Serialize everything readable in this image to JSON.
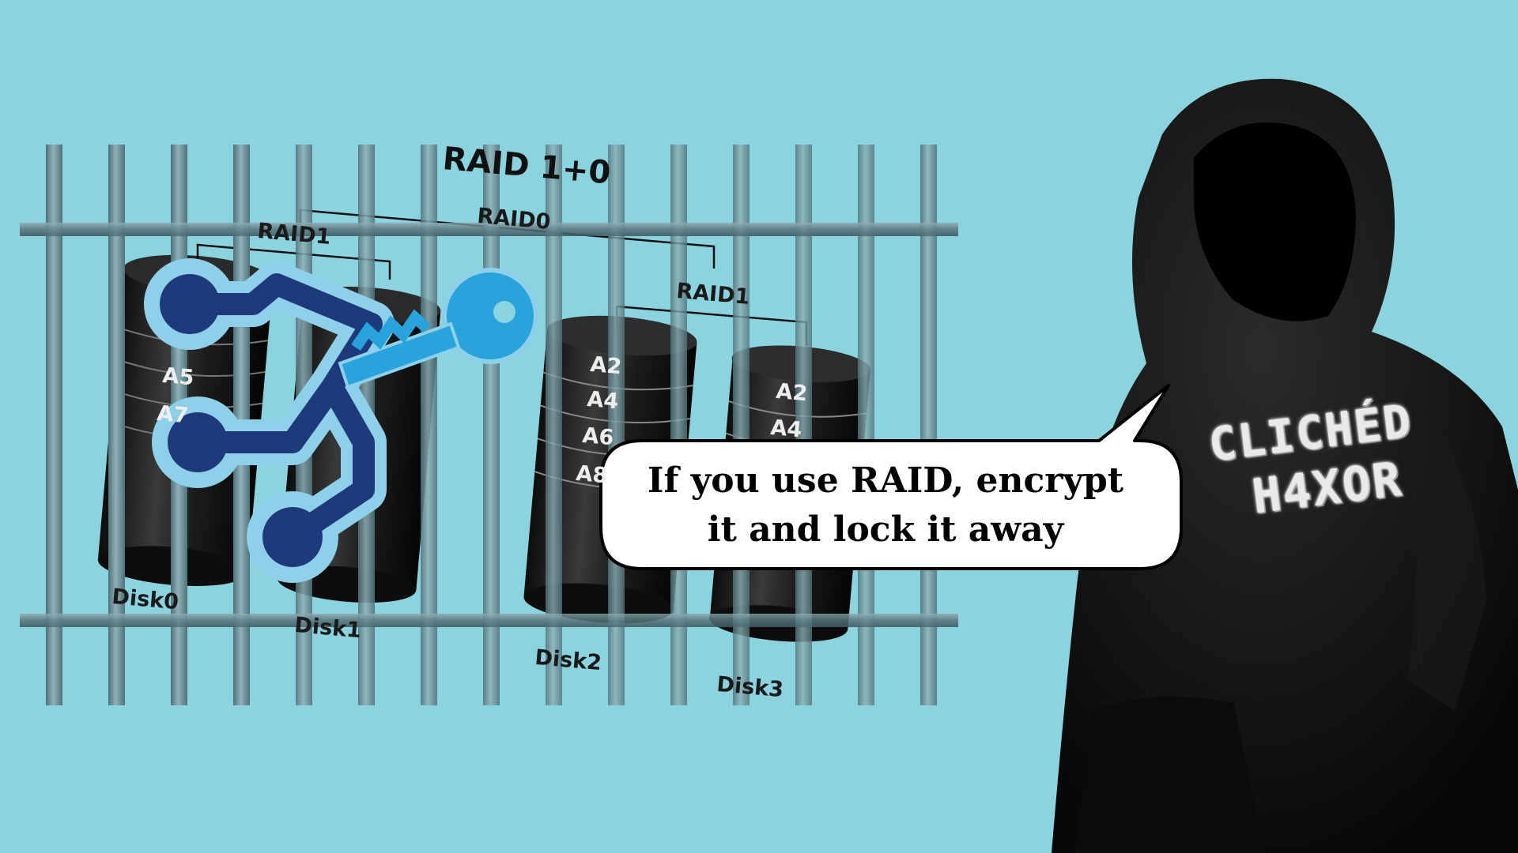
{
  "diagram": {
    "title": "RAID 1+0",
    "raid0_label": "RAID0",
    "raid1_left_label": "RAID1",
    "raid1_right_label": "RAID1",
    "disks": [
      {
        "label": "Disk0",
        "blocks": [
          "A5",
          "A7"
        ]
      },
      {
        "label": "Disk1",
        "blocks": []
      },
      {
        "label": "Disk2",
        "blocks": [
          "A2",
          "A4",
          "A6",
          "A8"
        ]
      },
      {
        "label": "Disk3",
        "blocks": [
          "A2",
          "A4"
        ]
      }
    ]
  },
  "speech_bubble": {
    "line1": "If you use RAID, encrypt",
    "line2": "it and lock it away"
  },
  "hoodie": {
    "line1": "CLICHÉD",
    "line2": "H4XOR"
  },
  "icons": [
    "jail-bars",
    "key-icon",
    "circuit-icon",
    "disk-icon",
    "hooded-figure"
  ],
  "colors": {
    "background": "#8bd3df",
    "bars": "#6b8f96",
    "key_dark": "#1e3a7a",
    "key_light": "#29a3dc",
    "disk": "#1c1c1c",
    "hoodie": "#111111"
  }
}
